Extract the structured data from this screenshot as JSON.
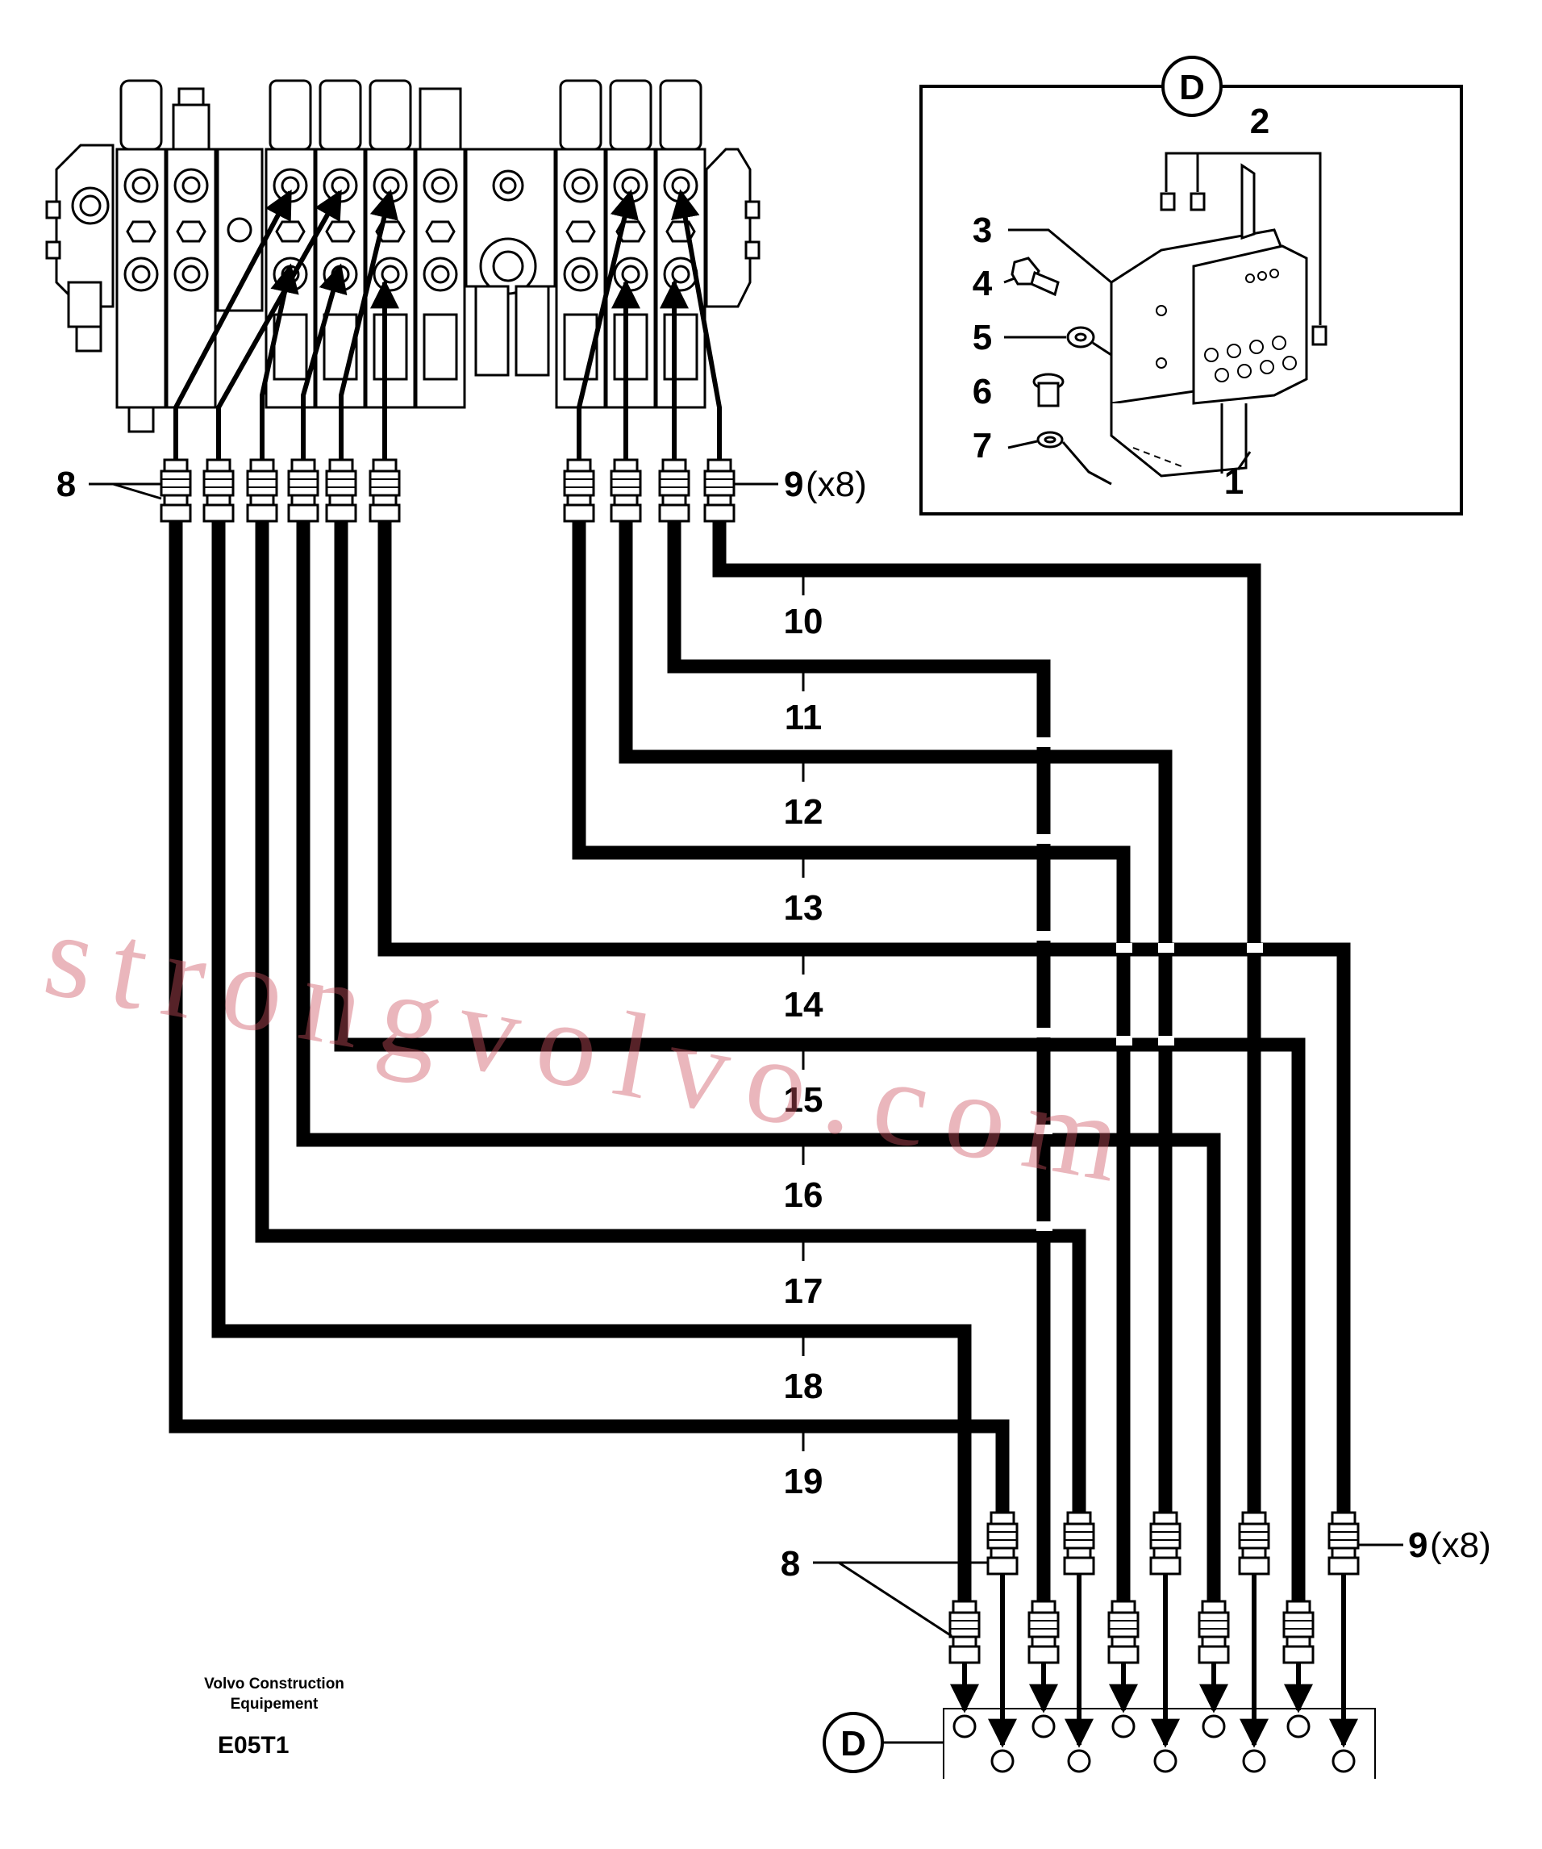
{
  "diagram": {
    "detail_tag": "D",
    "detail_callouts": [
      "1",
      "2",
      "3",
      "4",
      "5",
      "6",
      "7"
    ],
    "fitting_8_label": "8",
    "fitting_9_label": "9",
    "fitting_9_qty": "(x8)",
    "hose_labels": [
      "10",
      "11",
      "12",
      "13",
      "14",
      "15",
      "16",
      "17",
      "18",
      "19"
    ],
    "publisher_line1": "Volvo Construction",
    "publisher_line2": "Equipement",
    "drawing_code": "E05T1",
    "watermark": "strongvolvo.com"
  },
  "colors": {
    "line": "#000000",
    "background": "#ffffff",
    "watermark": "#cd505f"
  },
  "icons": [
    "control-valve-block-icon",
    "terminal-block-icon",
    "hose-fitting-icon",
    "bolt-icon",
    "washer-icon",
    "nipple-icon"
  ]
}
